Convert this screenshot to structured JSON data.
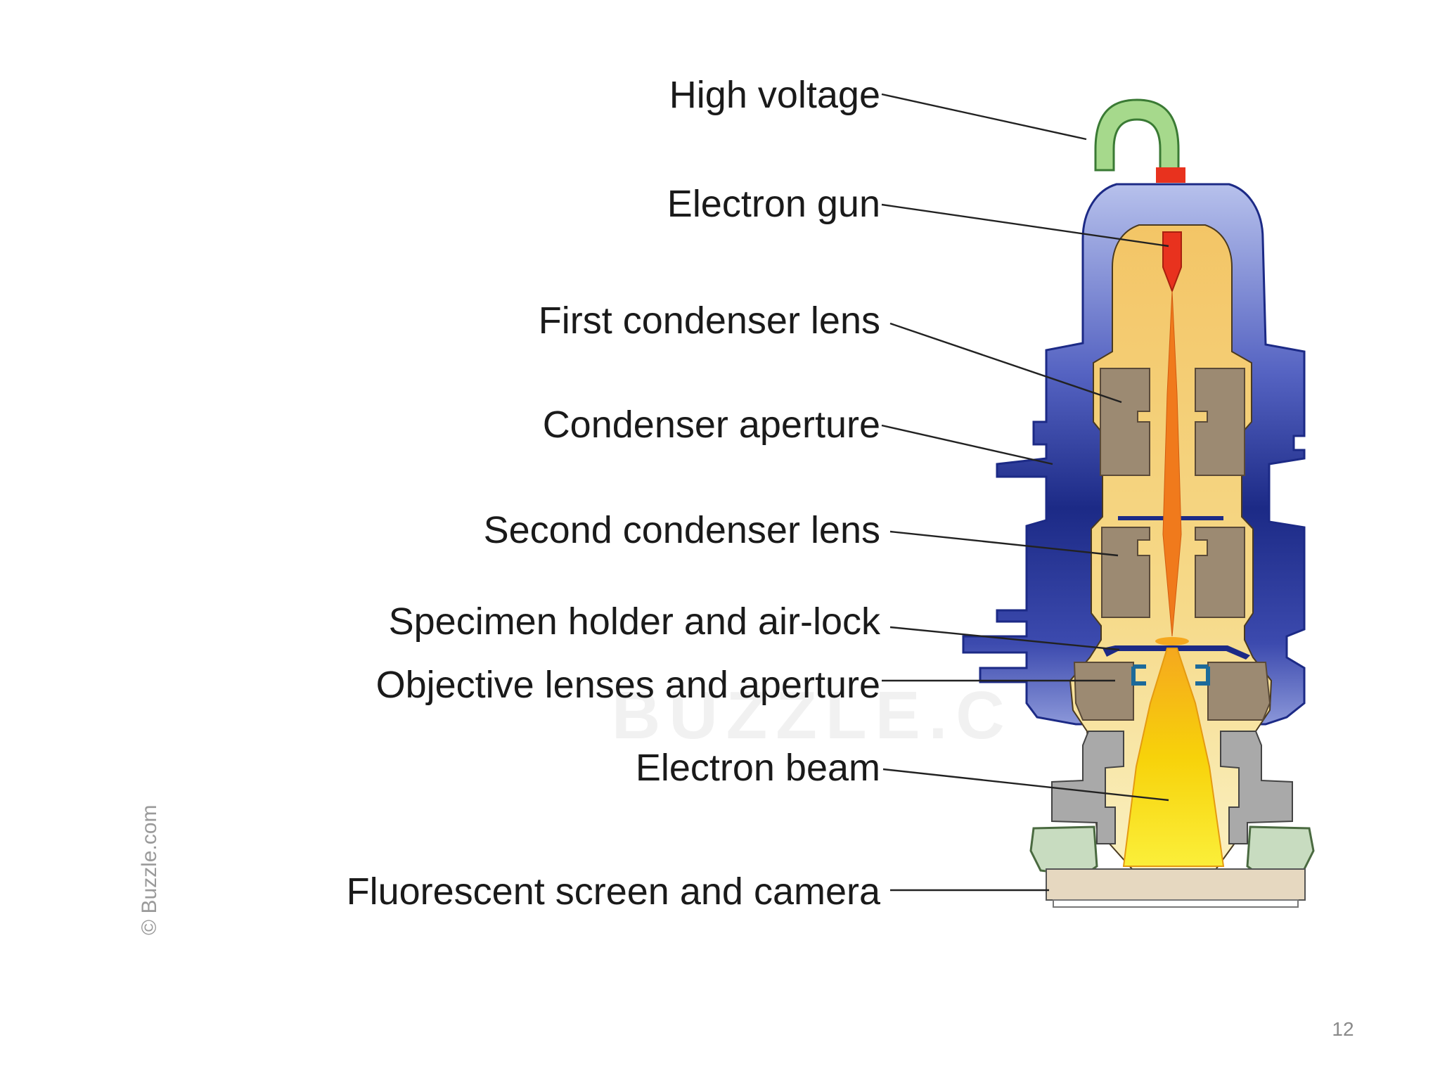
{
  "diagram": {
    "labels": {
      "high_voltage": "High voltage",
      "electron_gun": "Electron gun",
      "first_condenser_lens": "First condenser lens",
      "condenser_aperture": "Condenser aperture",
      "second_condenser_lens": "Second condenser lens",
      "specimen_holder": "Specimen holder and air-lock",
      "objective_lenses": "Objective lenses and aperture",
      "electron_beam": "Electron beam",
      "fluorescent_screen": "Fluorescent screen and camera"
    },
    "credit": "© Buzzle.com",
    "watermark": "BUZZLE.C",
    "colors": {
      "cable": "#a6d98c",
      "housing_dark": "#1c2a86",
      "housing_light": "#a9b4e6",
      "interior": "#f2cc72",
      "lens_block": "#9c8a72",
      "beam": "#f07a1c",
      "beam_cone": "#f6d700",
      "gun_tip": "#e8321e"
    }
  },
  "slide": {
    "page_number": "12"
  }
}
